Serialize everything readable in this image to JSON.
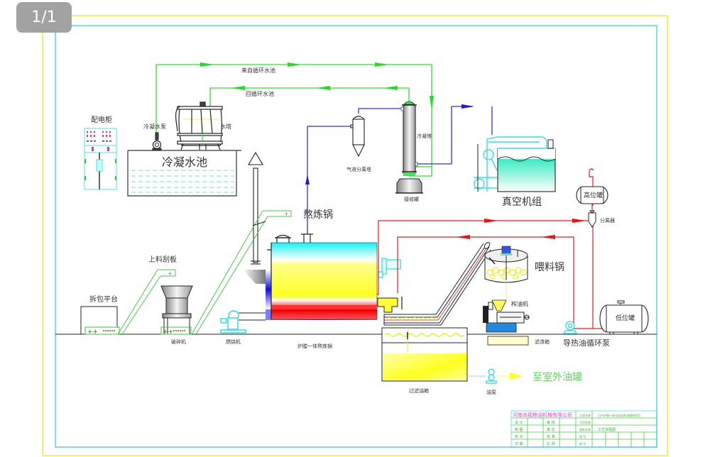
{
  "viewer": {
    "page_indicator": "1/1"
  },
  "diagram": {
    "labels": {
      "distribution_cabinet": "配电柜",
      "condensate_pump": "冷凝水泵",
      "cooling_tower": "凉水塔",
      "condensate_pool": "冷凝水池",
      "from_circulating_pool": "来自循环水池",
      "return_circulating_pool": "回循环水池",
      "gas_liquid_separator": "气液分离塔",
      "condenser_tower": "冷凝塔",
      "receiving_tank": "接收罐",
      "vacuum_unit": "真空机组",
      "rendering_pot": "熬炼锅",
      "high_tank": "高位罐",
      "separator": "分离器",
      "feeding_pot": "喂料锅",
      "loading_scraper": "上料刮板",
      "unpacking_platform": "拆包平台",
      "crusher": "破碎机",
      "burner": "燃烧机",
      "furnace_rendering_pot": "炉膛一体熬炼锅",
      "oil_press": "榨油机",
      "residue_filter_box": "滤渣箱",
      "thermal_oil_pump": "导热油循环泵",
      "low_tank": "低位罐",
      "oil_filter_box": "过滤油箱",
      "oil_pump": "油泵",
      "to_outdoor_tank": "至室外油罐"
    },
    "title_block": {
      "company": "河南尚福粮油机械有限公司",
      "project_label": "工程名称",
      "project_name": "日产炉膛一体化连续熬油精炼项目",
      "drawing_label": "图纸名称",
      "drawing_name": "工艺流程图",
      "rows": [
        [
          "设 计",
          "",
          "审 核",
          ""
        ],
        [
          "制 图",
          "",
          "审 定",
          ""
        ],
        [
          "校 对",
          "",
          "批 准",
          ""
        ],
        [
          "日 期",
          "",
          "比 例",
          ""
        ]
      ],
      "right_labels": [
        "工程名称",
        "子项名称",
        "图纸名称",
        "图 号",
        "版 号"
      ]
    },
    "colors": {
      "water_line": "#33dd33",
      "vacuum_line": "#3333cc",
      "thermal_oil_line": "#dd2222",
      "frame_outer": "#f5f06a",
      "frame_inner": "#7fe3e6",
      "equipment_cyan": "#22e0e6",
      "oil_yellow": "#ffff33"
    }
  }
}
